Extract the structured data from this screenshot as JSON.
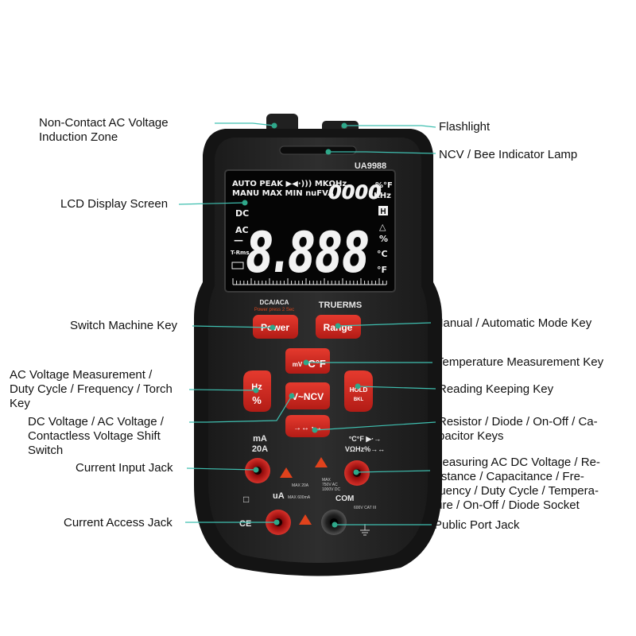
{
  "labels": {
    "ncv_zone": "Non-Contact AC Voltage\nInduction Zone",
    "flashlight": "Flashlight",
    "ncv_lamp": "NCV / Bee Indicator Lamp",
    "lcd": "LCD Display Screen",
    "switch_key": "Switch Machine Key",
    "manual_auto": "Manual / Automatic Mode Key",
    "temperature": "Temperature Measurement Key",
    "ac_voltage": "AC Voltage Measurement /\nDuty Cycle / Frequency / Torch\nKey",
    "reading_keep": "Reading Keeping Key",
    "dc_ac_shift": "DC Voltage / AC Voltage /\nContactless Voltage Shift\nSwitch",
    "resistor": "Resistor / Diode / On-Off / Ca-\npacitor Keys",
    "current_input": "Current Input Jack",
    "measuring": "Measuring AC DC Voltage / Re-\nsistance / Capacitance / Fre-\nquency / Duty Cycle / Tempera-\nture / On-Off / Diode Socket",
    "current_access": "Current Access Jack",
    "public_port": "Public Port Jack"
  },
  "device": {
    "model": "UA9988",
    "lcd_top_row1": "AUTO PEAK ▶◀·))) MKΩHz",
    "lcd_top_row2": "MANU MAX  MIN nuFVA",
    "lcd_small_digits": "0000",
    "lcd_units_top": "%°F",
    "lcd_units_khz": "KHz",
    "lcd_main_digits": "8.888",
    "lcd_dc": "DC",
    "lcd_ac": "AC",
    "lcd_minus": "—",
    "lcd_trms": "T-Rms",
    "lcd_hold_h": "H",
    "lcd_triangle": "△",
    "lcd_percent": "%",
    "lcd_celsius": "°C",
    "lcd_fahrenheit": "°F",
    "brand_text": "TRUERMS",
    "dca_aca": "DCA/ACA",
    "power_sub": "Power  press 2 Sec",
    "btn_power": "Power",
    "btn_range": "Range",
    "btn_temp_top": "mV",
    "btn_temp_main": "°C°F",
    "btn_hz_top": "Hz",
    "btn_hz_bottom": "%",
    "btn_ncv": "V~NCV",
    "btn_hold": "HOLD",
    "btn_hold_sub": "BKL",
    "btn_resistor": "→↔ ·→",
    "jack_ma_label": "mA",
    "jack_20a_label": "20A",
    "jack_volt_top": "°C°F ▶·→",
    "jack_volt_label": "VΩHz%→↔",
    "jack_ua_label": "uA",
    "jack_com_label": "COM",
    "fuse_label_1": "MAX 20A",
    "fuse_label_2": "MAX 600mA",
    "max_label": "MAX\n750V AC\n1000V DC",
    "cat_label": "600V CAT III",
    "ce_mark": "CE",
    "square_mark": "□"
  }
}
